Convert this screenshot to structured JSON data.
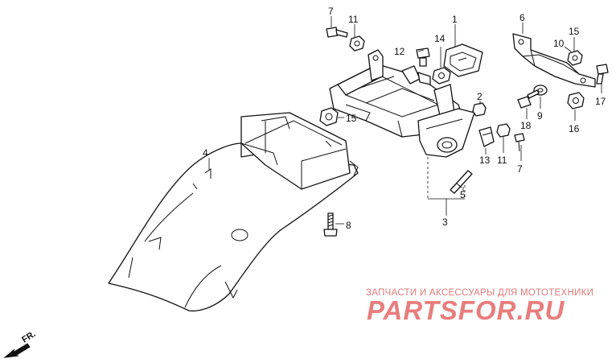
{
  "callouts": [
    {
      "id": "c1",
      "text": "1"
    },
    {
      "id": "c2",
      "text": "2"
    },
    {
      "id": "c3",
      "text": "3"
    },
    {
      "id": "c4",
      "text": "4"
    },
    {
      "id": "c5",
      "text": "5"
    },
    {
      "id": "c6",
      "text": "6"
    },
    {
      "id": "c7a",
      "text": "7"
    },
    {
      "id": "c7b",
      "text": "7"
    },
    {
      "id": "c8",
      "text": "8"
    },
    {
      "id": "c9",
      "text": "9"
    },
    {
      "id": "c10",
      "text": "10"
    },
    {
      "id": "c11a",
      "text": "11"
    },
    {
      "id": "c11b",
      "text": "11"
    },
    {
      "id": "c12",
      "text": "12"
    },
    {
      "id": "c13",
      "text": "13"
    },
    {
      "id": "c14",
      "text": "14"
    },
    {
      "id": "c15a",
      "text": "15"
    },
    {
      "id": "c15b",
      "text": "15"
    },
    {
      "id": "c16",
      "text": "16"
    },
    {
      "id": "c17",
      "text": "17"
    },
    {
      "id": "c18",
      "text": "18"
    }
  ],
  "direction_label": "FR.",
  "watermark": {
    "subtitle": "ЗАПЧАСТИ И АКСЕССУАРЫ ДЛЯ МОТОТЕХНИКИ",
    "logo": "PARTSFOR.RU"
  }
}
